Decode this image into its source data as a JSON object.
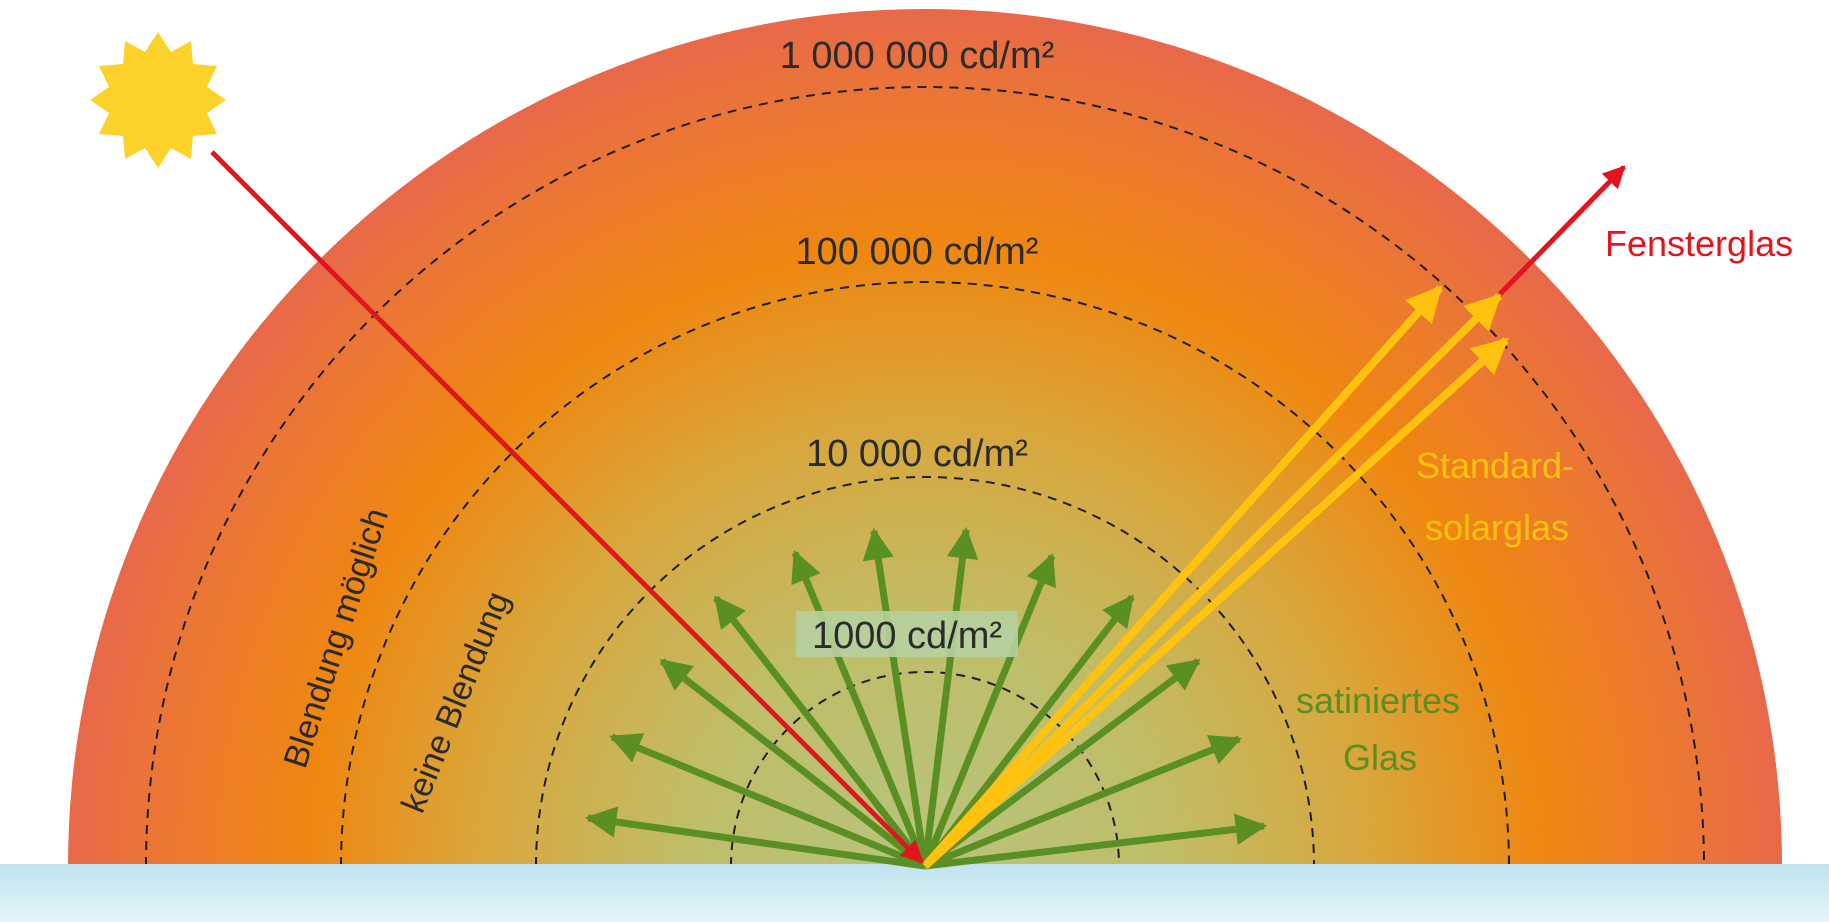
{
  "luminance_levels": {
    "l1000": "1000 cd/m²",
    "l10000": "10 000 cd/m²",
    "l100000": "100 000 cd/m²",
    "l1000000": "1 000 000 cd/m²"
  },
  "zones": {
    "glare_possible": "Blendung möglich",
    "no_glare": "keine Blendung"
  },
  "glass_types": {
    "window_glass": "Fensterglas",
    "standard_solar_line1": "Standard-",
    "standard_solar_line2": "solarglas",
    "satin_line1": "satiniertes",
    "satin_line2": "Glas"
  },
  "colors": {
    "incident_ray": "#e3141e",
    "window_glass": "#e3141e",
    "standard_solar_glass": "#ffc20e",
    "satin_glass": "#5a8f23",
    "sun": "#fcd22a",
    "ground": "#cfe9f3",
    "outer_halo": "#e8684b",
    "mid_halo": "#ef8a12",
    "center": "#b7c27a"
  },
  "icons": {
    "sun": "sun-icon"
  }
}
